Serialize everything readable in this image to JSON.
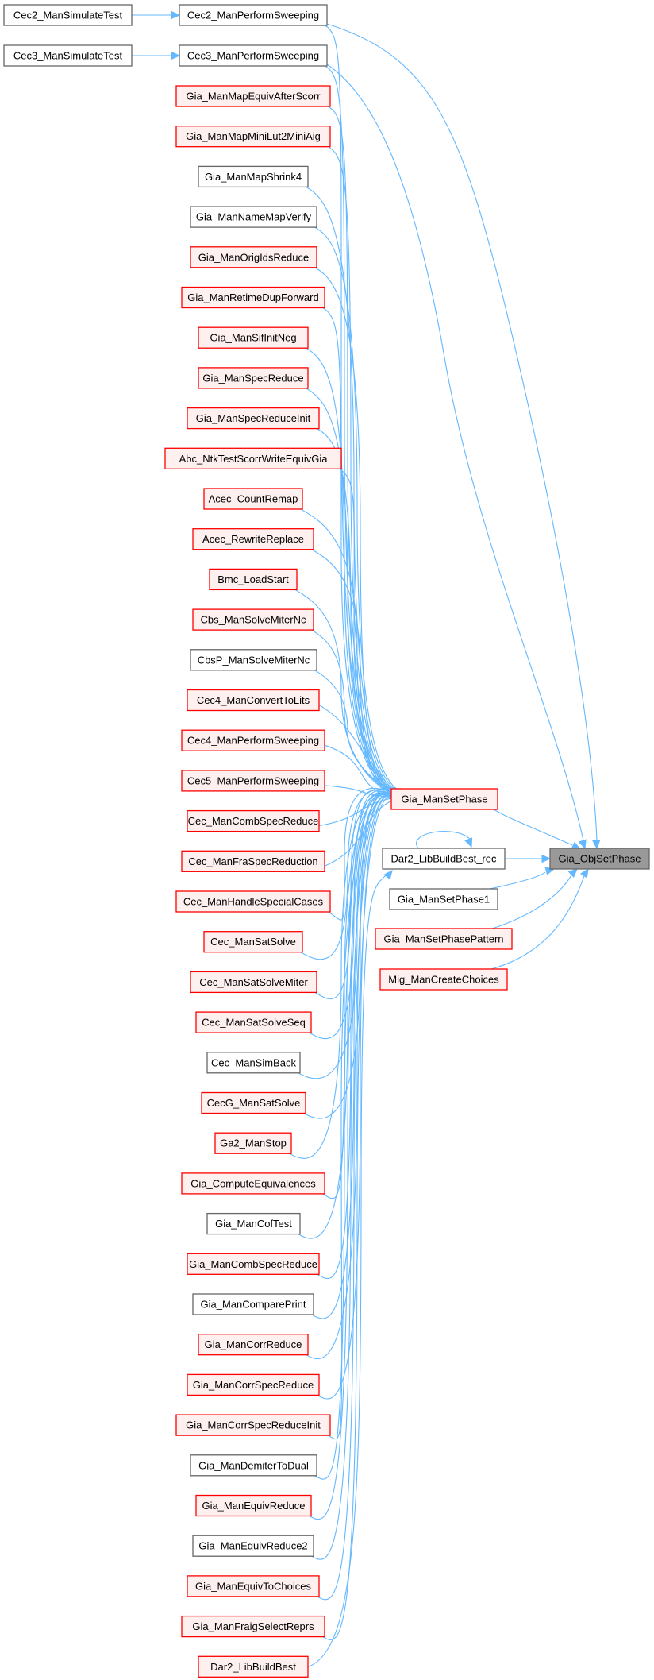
{
  "title": "Gia_ObjSetPhase caller graph",
  "colors": {
    "edge": "#63b8ff",
    "target_fill": "#999999",
    "target_border": "#666666",
    "normal_fill": "#ffffff",
    "normal_border": "#666666",
    "truncated_fill": "#fff0f0",
    "truncated_border": "#ff0000"
  },
  "target": {
    "id": "target",
    "label": "Gia_ObjSetPhase",
    "style": "target"
  },
  "nodes": [
    {
      "id": "cec2sim",
      "label": "Cec2_ManSimulateTest",
      "style": "normal"
    },
    {
      "id": "cec3sim",
      "label": "Cec3_ManSimulateTest",
      "style": "normal"
    },
    {
      "id": "cec2sweep",
      "label": "Cec2_ManPerformSweeping",
      "style": "normal"
    },
    {
      "id": "cec3sweep",
      "label": "Cec3_ManPerformSweeping",
      "style": "normal"
    },
    {
      "id": "n_mapequiv",
      "label": "Gia_ManMapEquivAfterScorr",
      "style": "truncated"
    },
    {
      "id": "n_mapmini",
      "label": "Gia_ManMapMiniLut2MiniAig",
      "style": "truncated"
    },
    {
      "id": "n_mapshrink",
      "label": "Gia_ManMapShrink4",
      "style": "normal"
    },
    {
      "id": "n_namemap",
      "label": "Gia_ManNameMapVerify",
      "style": "normal"
    },
    {
      "id": "n_origids",
      "label": "Gia_ManOrigIdsReduce",
      "style": "truncated"
    },
    {
      "id": "n_retime",
      "label": "Gia_ManRetimeDupForward",
      "style": "truncated"
    },
    {
      "id": "n_sifinit",
      "label": "Gia_ManSifInitNeg",
      "style": "truncated"
    },
    {
      "id": "n_specred",
      "label": "Gia_ManSpecReduce",
      "style": "truncated"
    },
    {
      "id": "n_specredinit",
      "label": "Gia_ManSpecReduceInit",
      "style": "truncated"
    },
    {
      "id": "n_abc",
      "label": "Abc_NtkTestScorrWriteEquivGia",
      "style": "truncated"
    },
    {
      "id": "n_acec1",
      "label": "Acec_CountRemap",
      "style": "truncated"
    },
    {
      "id": "n_acec2",
      "label": "Acec_RewriteReplace",
      "style": "truncated"
    },
    {
      "id": "n_bmc",
      "label": "Bmc_LoadStart",
      "style": "truncated"
    },
    {
      "id": "n_cbs",
      "label": "Cbs_ManSolveMiterNc",
      "style": "truncated"
    },
    {
      "id": "n_cbsp",
      "label": "CbsP_ManSolveMiterNc",
      "style": "normal"
    },
    {
      "id": "n_cec4conv",
      "label": "Cec4_ManConvertToLits",
      "style": "truncated"
    },
    {
      "id": "n_cec4sweep",
      "label": "Cec4_ManPerformSweeping",
      "style": "truncated"
    },
    {
      "id": "n_cec5sweep",
      "label": "Cec5_ManPerformSweeping",
      "style": "truncated"
    },
    {
      "id": "n_ceccomb",
      "label": "Cec_ManCombSpecReduce",
      "style": "truncated"
    },
    {
      "id": "n_cecfra",
      "label": "Cec_ManFraSpecReduction",
      "style": "truncated"
    },
    {
      "id": "n_cechandle",
      "label": "Cec_ManHandleSpecialCases",
      "style": "truncated"
    },
    {
      "id": "n_cecsat",
      "label": "Cec_ManSatSolve",
      "style": "truncated"
    },
    {
      "id": "n_cecsatmiter",
      "label": "Cec_ManSatSolveMiter",
      "style": "truncated"
    },
    {
      "id": "n_cecsatseq",
      "label": "Cec_ManSatSolveSeq",
      "style": "truncated"
    },
    {
      "id": "n_cecsim",
      "label": "Cec_ManSimBack",
      "style": "normal"
    },
    {
      "id": "n_cecg",
      "label": "CecG_ManSatSolve",
      "style": "truncated"
    },
    {
      "id": "n_ga2",
      "label": "Ga2_ManStop",
      "style": "truncated"
    },
    {
      "id": "n_compeq",
      "label": "Gia_ComputeEquivalences",
      "style": "truncated"
    },
    {
      "id": "n_cof",
      "label": "Gia_ManCofTest",
      "style": "normal"
    },
    {
      "id": "n_giacomb",
      "label": "Gia_ManCombSpecReduce",
      "style": "truncated"
    },
    {
      "id": "n_compare",
      "label": "Gia_ManComparePrint",
      "style": "normal"
    },
    {
      "id": "n_corr",
      "label": "Gia_ManCorrReduce",
      "style": "truncated"
    },
    {
      "id": "n_corrspec",
      "label": "Gia_ManCorrSpecReduce",
      "style": "truncated"
    },
    {
      "id": "n_corrspecinit",
      "label": "Gia_ManCorrSpecReduceInit",
      "style": "truncated"
    },
    {
      "id": "n_demiter",
      "label": "Gia_ManDemiterToDual",
      "style": "normal"
    },
    {
      "id": "n_equivred",
      "label": "Gia_ManEquivReduce",
      "style": "truncated"
    },
    {
      "id": "n_equivred2",
      "label": "Gia_ManEquivReduce2",
      "style": "normal"
    },
    {
      "id": "n_equivch",
      "label": "Gia_ManEquivToChoices",
      "style": "truncated"
    },
    {
      "id": "n_fraig",
      "label": "Gia_ManFraigSelectReprs",
      "style": "truncated"
    },
    {
      "id": "n_dar2best",
      "label": "Dar2_LibBuildBest",
      "style": "truncated"
    },
    {
      "id": "setphase",
      "label": "Gia_ManSetPhase",
      "style": "truncated"
    },
    {
      "id": "dar2rec",
      "label": "Dar2_LibBuildBest_rec",
      "style": "normal"
    },
    {
      "id": "setphase1",
      "label": "Gia_ManSetPhase1",
      "style": "normal"
    },
    {
      "id": "setphasepat",
      "label": "Gia_ManSetPhasePattern",
      "style": "truncated"
    },
    {
      "id": "mig",
      "label": "Mig_ManCreateChoices",
      "style": "truncated"
    }
  ]
}
